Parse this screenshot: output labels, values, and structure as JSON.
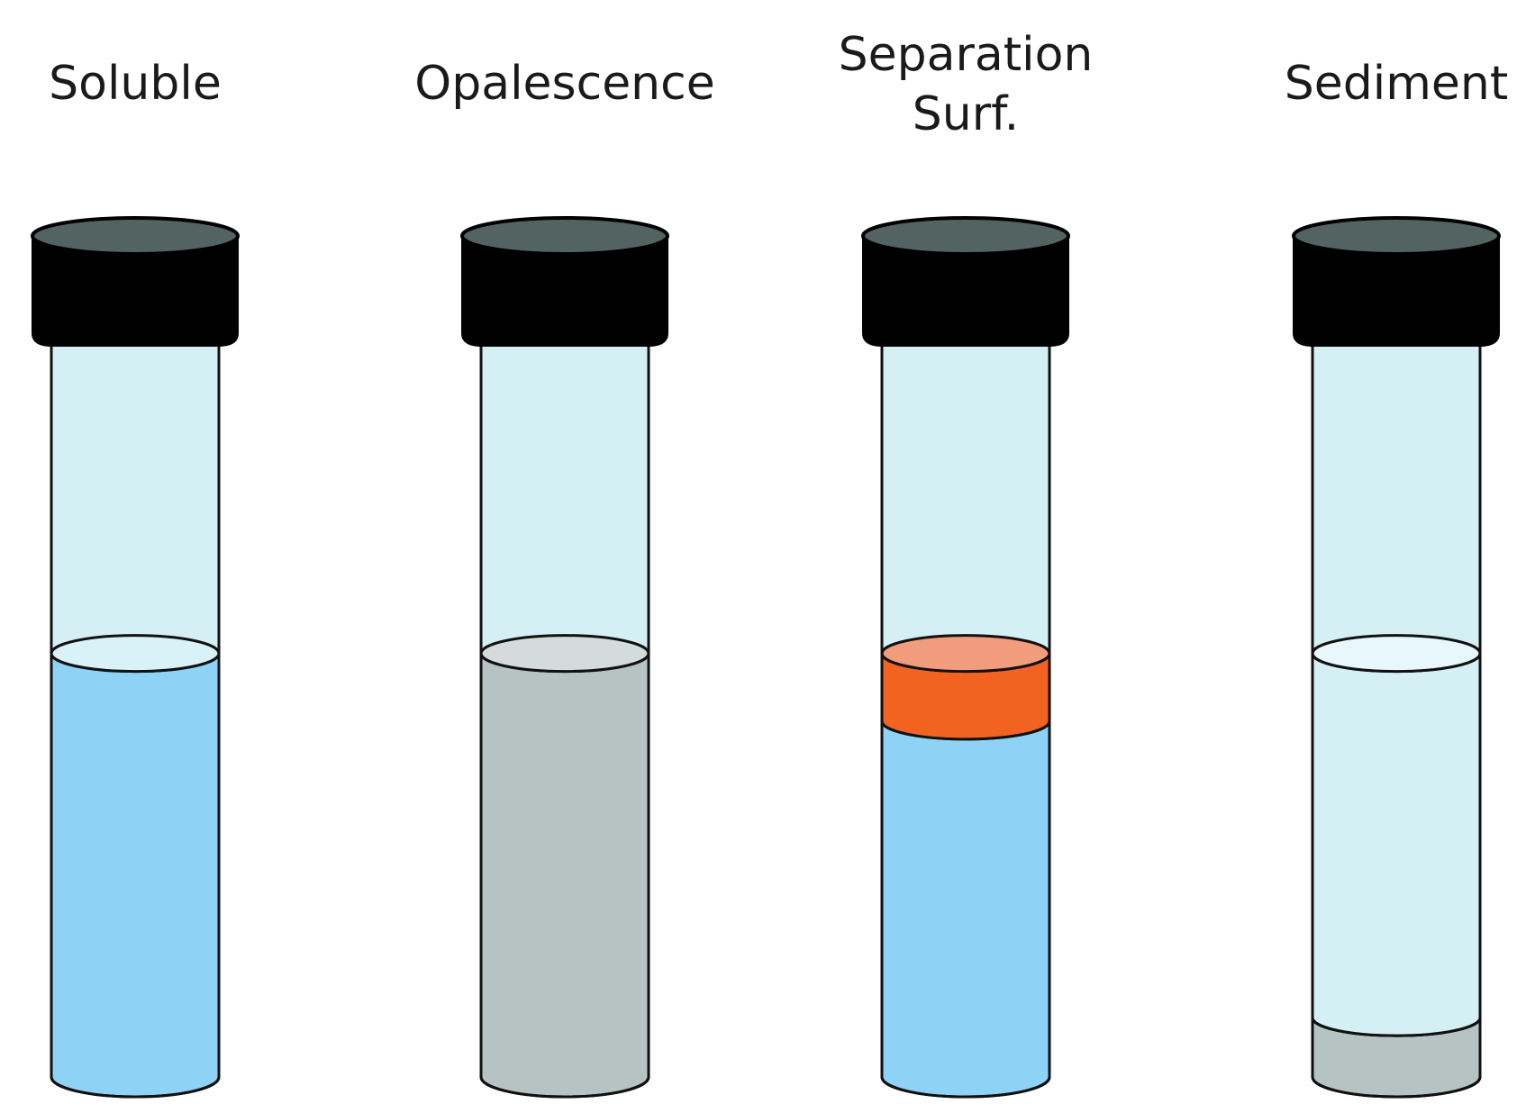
{
  "tubes": [
    {
      "label_lines": [
        "Soluble"
      ],
      "fill_level": 0.58,
      "layers": [
        {
          "name": "solution",
          "color": "#8ed3f5",
          "top_color": "#d8f2f8",
          "fraction": 1.0
        }
      ]
    },
    {
      "label_lines": [
        "Opalescence"
      ],
      "fill_level": 0.58,
      "layers": [
        {
          "name": "opalescent-solution",
          "color": "#b5c3c2",
          "top_color": "#d3dcdb",
          "fraction": 1.0
        }
      ]
    },
    {
      "label_lines": [
        "Separation",
        "Surf."
      ],
      "fill_level": 0.58,
      "layers": [
        {
          "name": "aqueous-phase",
          "color": "#8ed3f5",
          "fraction": 0.84
        },
        {
          "name": "separated-phase",
          "color": "#f26322",
          "top_color": "#f19c7c",
          "fraction": 0.16
        }
      ]
    },
    {
      "label_lines": [
        "Sediment"
      ],
      "fill_level": 0.58,
      "layers": [
        {
          "name": "sediment",
          "color": "#b5c3c2",
          "top_color": "#d3dcdb",
          "fraction": 0.14
        },
        {
          "name": "clear-supernatant",
          "color": "#d5f0f4",
          "top_color": "#e8f7fb",
          "fraction": 0.86
        }
      ]
    }
  ],
  "colors": {
    "cap_body": "#000000",
    "cap_top": "#536362",
    "glass": "#d5f0f4",
    "outline": "#111111"
  }
}
